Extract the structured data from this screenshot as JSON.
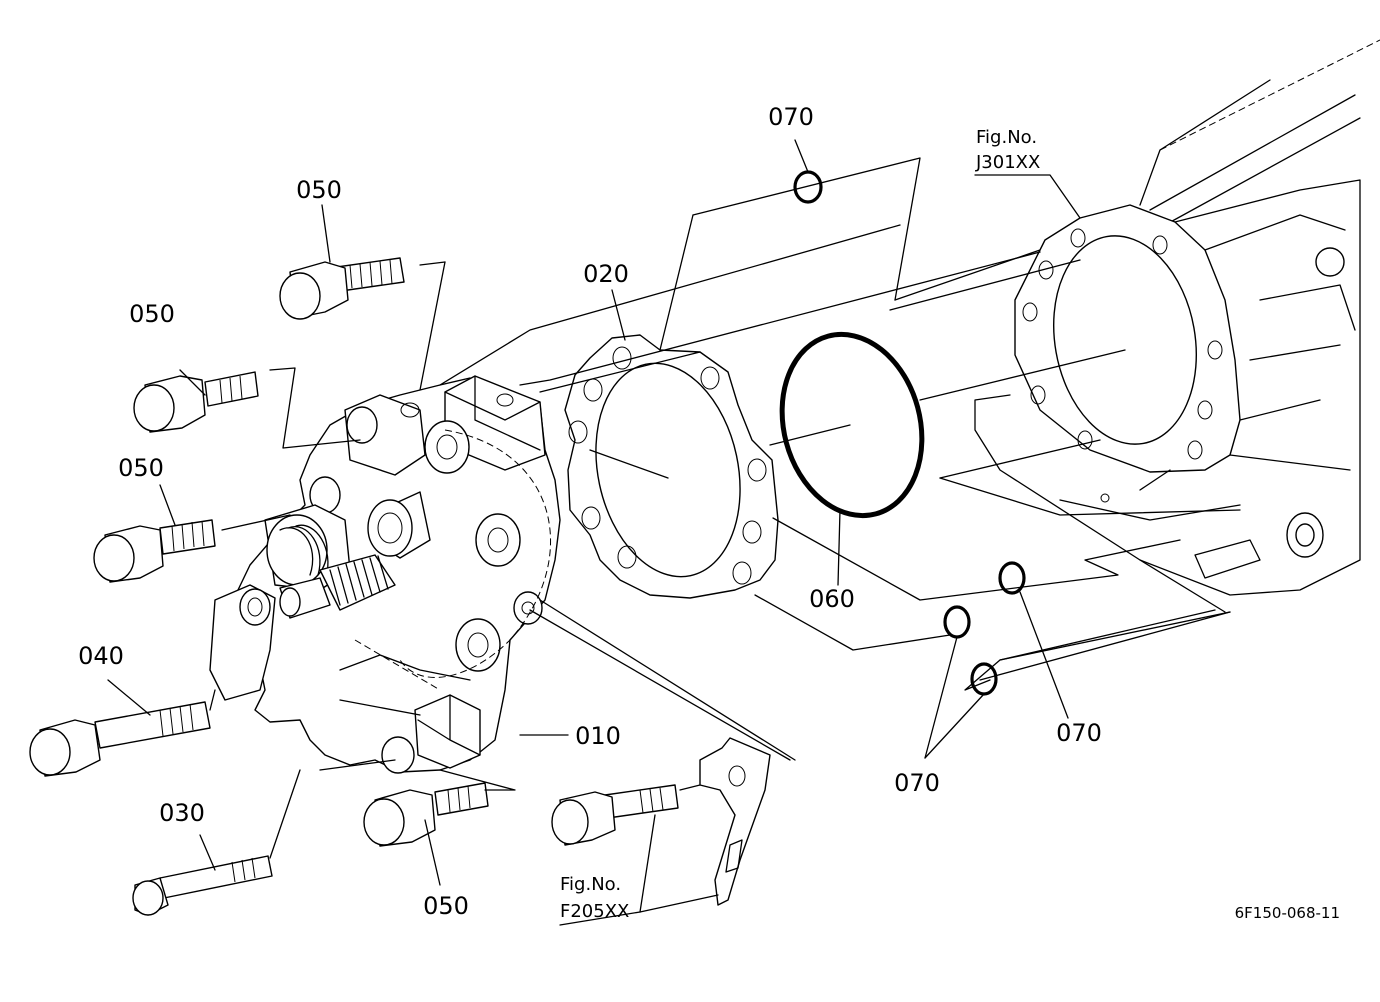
{
  "diagram_code": "6F150-068-11",
  "callouts": {
    "p010": "010",
    "p020": "020",
    "p030": "030",
    "p040": "040",
    "p050_a": "050",
    "p050_b": "050",
    "p050_c": "050",
    "p050_d": "050",
    "p060": "060",
    "p070_top": "070",
    "p070_right": "070",
    "p070_bottom": "070"
  },
  "references": {
    "housing": {
      "label": "Fig.No.",
      "number": "J301XX"
    },
    "bracket": {
      "label": "Fig.No.",
      "number": "F205XX"
    }
  }
}
